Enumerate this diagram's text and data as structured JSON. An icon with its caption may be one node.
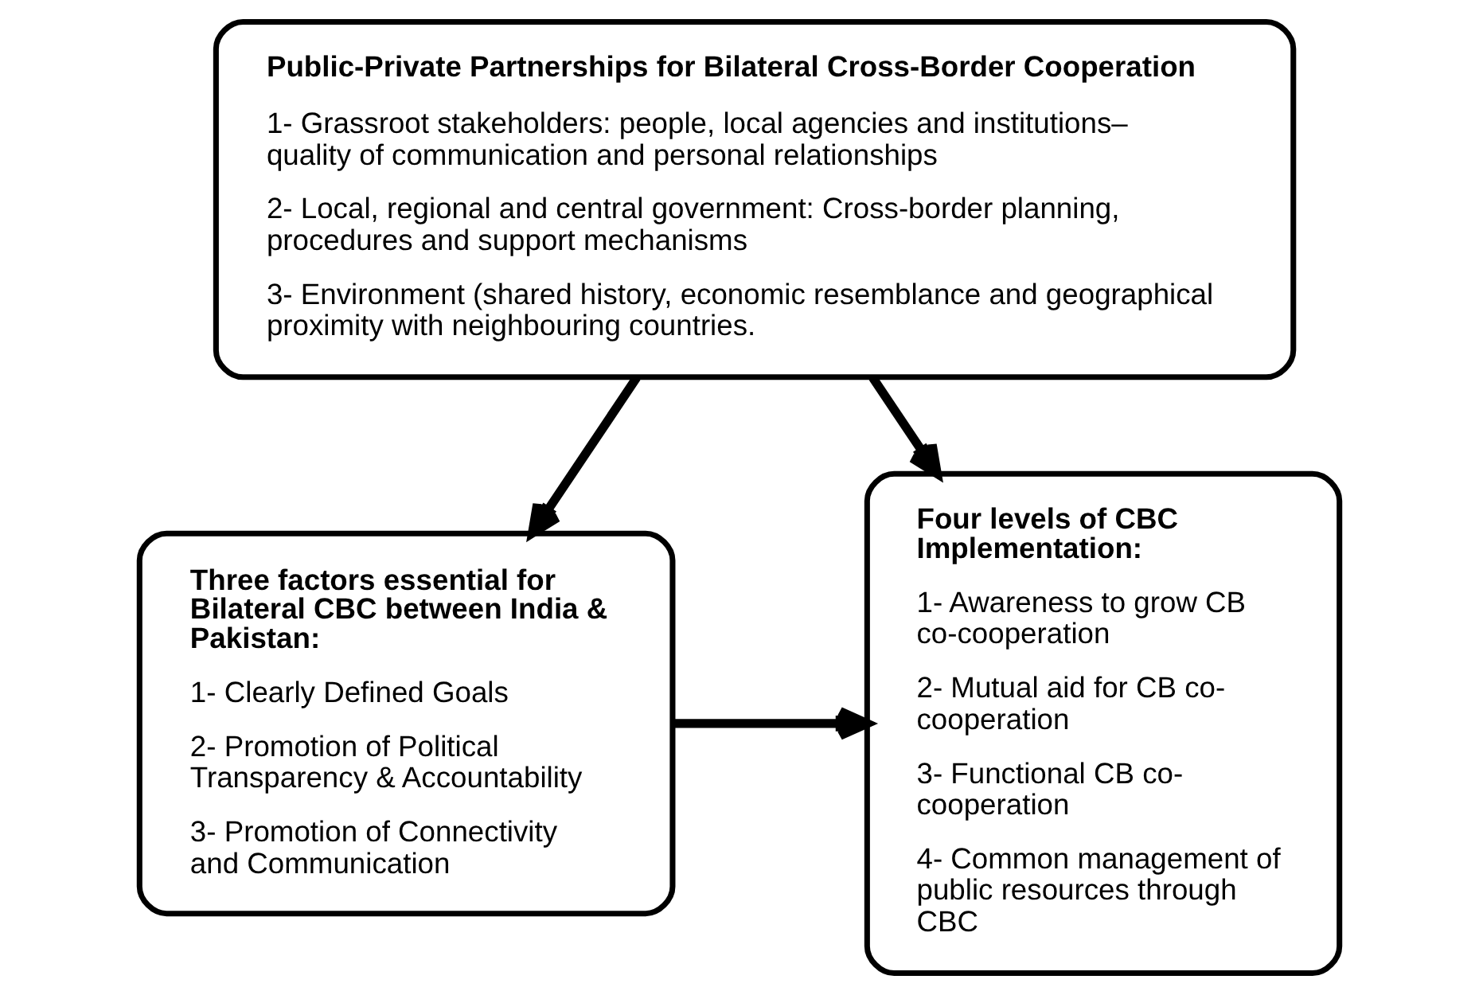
{
  "diagram": {
    "nodes": [
      {
        "text": [
          "Public-Private Partnerships for Bilateral Cross-Border Cooperation",
          "1- Grassroot stakeholders: people, local agencies and institutions– quality of communication and personal relationships",
          "2- Local, regional and central government: Cross-border planning, procedures and support mechanisms",
          "3- Environment (shared history, economic resemblance and geographical proximity with neighbouring countries."
        ]
      },
      {
        "text": [
          "Three factors essential for Bilateral CBC between India & Pakistan:",
          "1- Clearly Defined Goals",
          "2- Promotion of Political Transparency & Accountability",
          "3- Promotion of Connectivity and Communication"
        ]
      },
      {
        "text": [
          "Four levels of CBC Implementation:",
          "1- Awareness to grow CB co-cooperation",
          "2- Mutual aid for CB co-cooperation",
          "3- Functional CB co-cooperation",
          "4- Common management of public resources through CBC"
        ]
      }
    ],
    "edges": [
      {
        "from": 0,
        "to": 1,
        "arrow": "to"
      },
      {
        "from": 0,
        "to": 2,
        "arrow": "to"
      },
      {
        "from": 1,
        "to": 2,
        "arrow": "to"
      }
    ]
  }
}
